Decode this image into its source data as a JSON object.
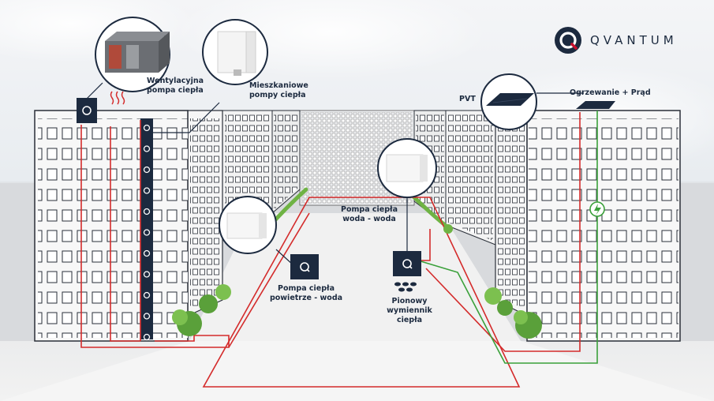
{
  "brand": {
    "name": "QVANTUM",
    "mark_color": "#c8102e",
    "navy": "#1c2a3f"
  },
  "labels": {
    "ventilation_hp": [
      "Wentylacyjna",
      "pompa ciepła"
    ],
    "apartment_hp": [
      "Mieszkaniowe",
      "pompy ciepła"
    ],
    "pvt": "PVT",
    "heating_power": "Ogrzewanie + Prąd",
    "water_water_hp": [
      "Pompa ciepła",
      "woda - woda"
    ],
    "air_water_hp": [
      "Pompa ciepła",
      "powietrze - woda"
    ],
    "vertical_exchanger": [
      "Pionowy",
      "wymiennik",
      "ciepła"
    ]
  },
  "colors": {
    "heating_line": "#d42b2b",
    "power_line": "#3aa03a",
    "sky": "#e9edf2",
    "ground": "#f1f1f1"
  },
  "icons": [
    "qvantum-unit-icon",
    "heat-waves-icon",
    "lightning-icon",
    "borehole-dots-icon",
    "ventilation-unit-icon",
    "apartment-heat-pump-icon",
    "pvt-panel-icon",
    "wall-heat-pump-icon"
  ]
}
